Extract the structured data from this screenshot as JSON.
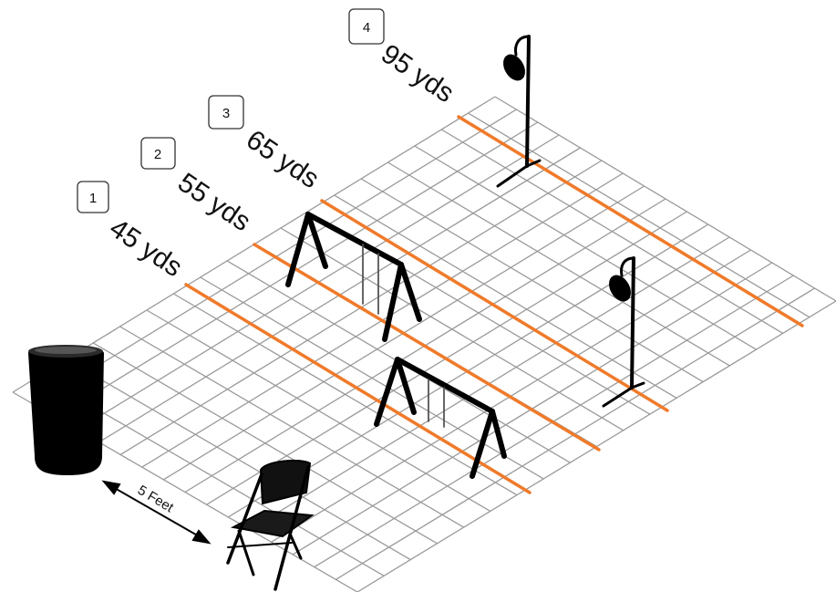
{
  "stages": [
    {
      "number": "1",
      "distance": "45 yds"
    },
    {
      "number": "2",
      "distance": "55 yds"
    },
    {
      "number": "3",
      "distance": "65 yds"
    },
    {
      "number": "4",
      "distance": "95 yds"
    }
  ],
  "measurement": {
    "label": "5 Feet"
  },
  "colors": {
    "line_color": "#f07a2a",
    "grid_color": "#9a9a9a",
    "equipment_color": "#111111"
  },
  "icons": [
    "barrel-icon",
    "folding-chair-icon",
    "swing-target-icon",
    "hanging-gong-target-icon"
  ]
}
